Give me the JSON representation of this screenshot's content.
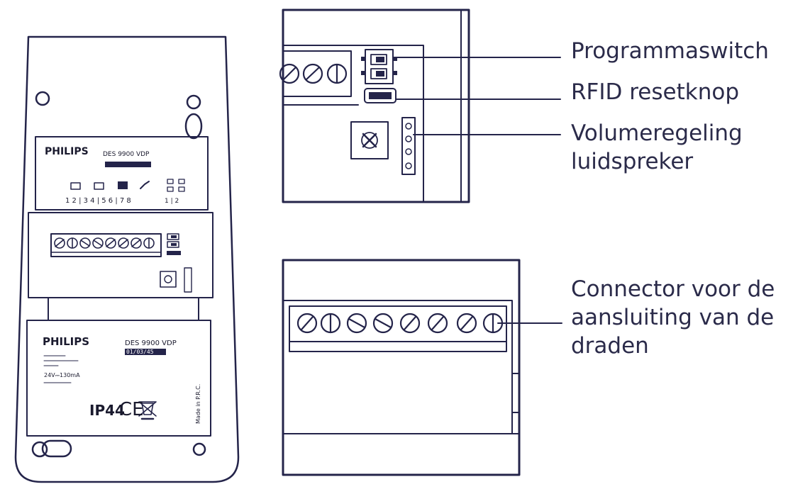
{
  "colors": {
    "ink": "#24244a",
    "text": "#2b2b4a",
    "background": "#ffffff"
  },
  "device": {
    "top_label": {
      "brand": "PHILIPS",
      "model": "DES 9900 VDP",
      "terminals": "1 2 | 3 4 | 5 6 | 7 8",
      "switches": "1 | 2"
    },
    "bottom_label": {
      "brand": "PHILIPS",
      "model": "DES 9900 VDP",
      "serial": "01/03/45",
      "rating": "24V⎓130mA",
      "ip_rating": "IP44",
      "ce_mark": "CE",
      "weee_mark": "weee-bin-icon",
      "made_in": "Made in P.R.C."
    }
  },
  "callouts": {
    "programmaswitch": "Programmaswitch",
    "rfid_reset": "RFID resetknop",
    "volume_line1": "Volumeregeling",
    "volume_line2": "luidspreker",
    "connector_line1": "Connector voor de",
    "connector_line2": "aansluiting van de",
    "connector_line3": "draden"
  }
}
